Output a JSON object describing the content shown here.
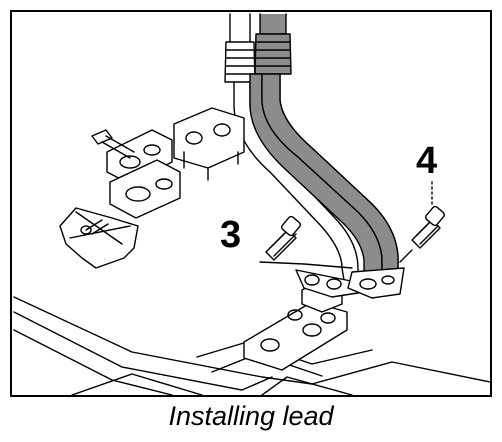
{
  "diagram": {
    "caption": "Installing lead",
    "callouts": [
      {
        "label": "3"
      },
      {
        "label": "4"
      }
    ],
    "colors": {
      "line": "#000000",
      "shaded_pipe": "#8c8c8c",
      "background": "#ffffff"
    }
  }
}
